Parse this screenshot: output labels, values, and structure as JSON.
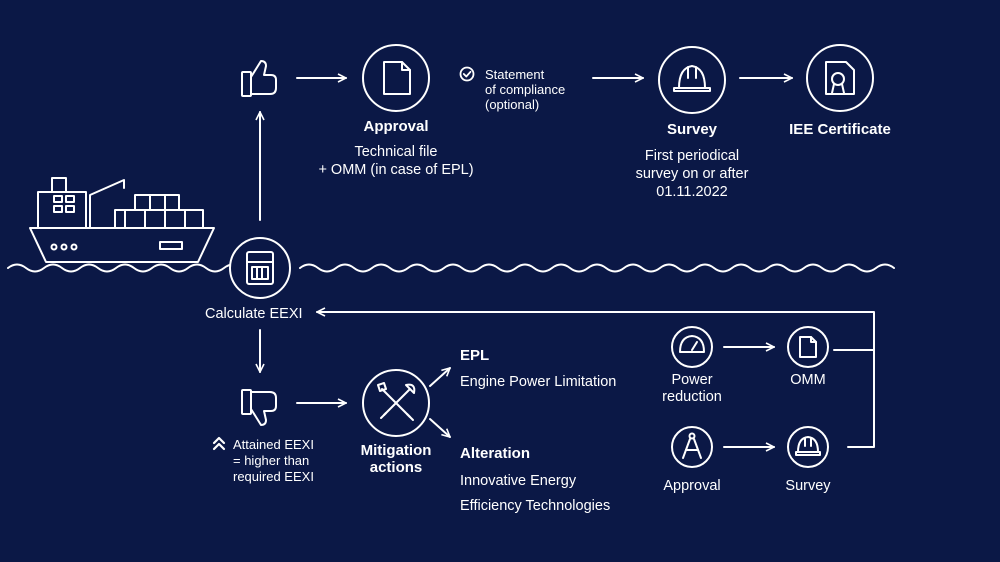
{
  "colors": {
    "background": "#0b1846",
    "foreground": "#ffffff"
  },
  "top_flow": {
    "approval": {
      "title": "Approval",
      "detail": [
        "Technical file",
        "+ OMM (in case of EPL)"
      ]
    },
    "statement": [
      "Statement",
      "of compliance",
      "(optional)"
    ],
    "survey": {
      "title": "Survey",
      "detail": [
        "First periodical",
        "survey on or after",
        "01.11.2022"
      ]
    },
    "certificate": "IEE Certificate"
  },
  "calculate_label": "Calculate EEXI",
  "bottom_flow": {
    "attained": [
      "Attained EEXI",
      "= higher than",
      "required EEXI"
    ],
    "mitigation": [
      "Mitigation",
      "actions"
    ],
    "epl": {
      "title": "EPL",
      "detail": "Engine Power Limitation"
    },
    "alteration": {
      "title": "Alteration",
      "detail": [
        "Innovative Energy",
        "Efficiency Technologies"
      ]
    },
    "power_reduction": [
      "Power",
      "reduction"
    ],
    "omm": "OMM",
    "approval": "Approval",
    "survey": "Survey"
  },
  "icons": [
    "ship-icon",
    "calculator-icon",
    "thumbs-up-icon",
    "thumbs-down-icon",
    "document-icon",
    "check-circle-icon",
    "hard-hat-icon",
    "certificate-icon",
    "tools-icon",
    "gauge-icon",
    "compass-icon",
    "chevrons-up-icon"
  ]
}
